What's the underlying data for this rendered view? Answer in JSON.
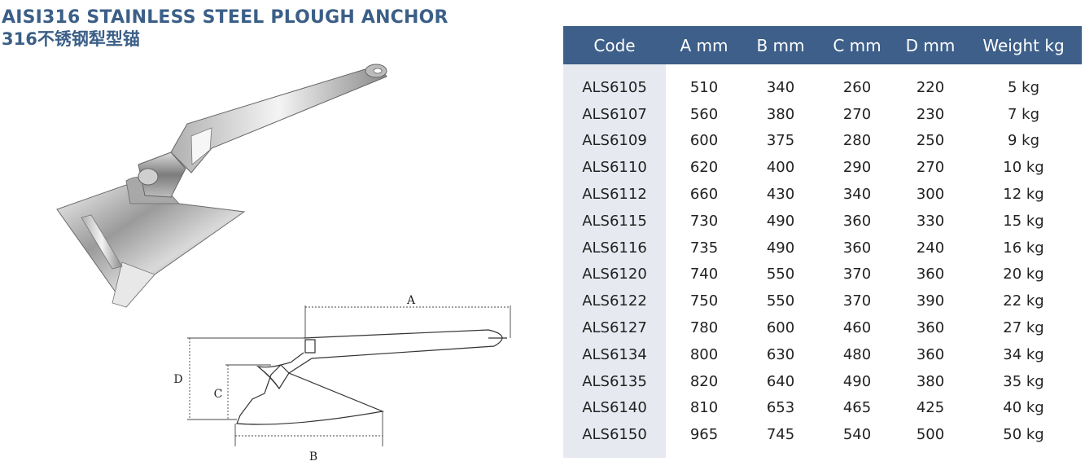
{
  "title": {
    "en": "AISI316 STAINLESS STEEL PLOUGH ANCHOR",
    "cn": "316不锈钢犁型锚"
  },
  "drawing": {
    "labels": {
      "a": "A",
      "b": "B",
      "c": "C",
      "d": "D"
    }
  },
  "table": {
    "headers": [
      "Code",
      "A mm",
      "B mm",
      "C mm",
      "D mm",
      "Weight kg"
    ],
    "rows": [
      [
        "ALS6105",
        "510",
        "340",
        "260",
        "220",
        "5 kg"
      ],
      [
        "ALS6107",
        "560",
        "380",
        "270",
        "230",
        "7 kg"
      ],
      [
        "ALS6109",
        "600",
        "375",
        "280",
        "250",
        "9 kg"
      ],
      [
        "ALS6110",
        "620",
        "400",
        "290",
        "270",
        "10 kg"
      ],
      [
        "ALS6112",
        "660",
        "430",
        "340",
        "300",
        "12 kg"
      ],
      [
        "ALS6115",
        "730",
        "490",
        "360",
        "330",
        "15 kg"
      ],
      [
        "ALS6116",
        "735",
        "490",
        "360",
        "240",
        "16 kg"
      ],
      [
        "ALS6120",
        "740",
        "550",
        "370",
        "360",
        "20 kg"
      ],
      [
        "ALS6122",
        "750",
        "550",
        "370",
        "390",
        "22 kg"
      ],
      [
        "ALS6127",
        "780",
        "600",
        "460",
        "360",
        "27 kg"
      ],
      [
        "ALS6134",
        "800",
        "630",
        "480",
        "360",
        "34 kg"
      ],
      [
        "ALS6135",
        "820",
        "640",
        "490",
        "380",
        "35 kg"
      ],
      [
        "ALS6140",
        "810",
        "653",
        "465",
        "425",
        "40 kg"
      ],
      [
        "ALS6150",
        "965",
        "745",
        "540",
        "500",
        "50 kg"
      ]
    ]
  },
  "colors": {
    "title": "#3b5f87",
    "header_bg": "#3d5f89",
    "code_column_bg": "#e6eaf0"
  }
}
